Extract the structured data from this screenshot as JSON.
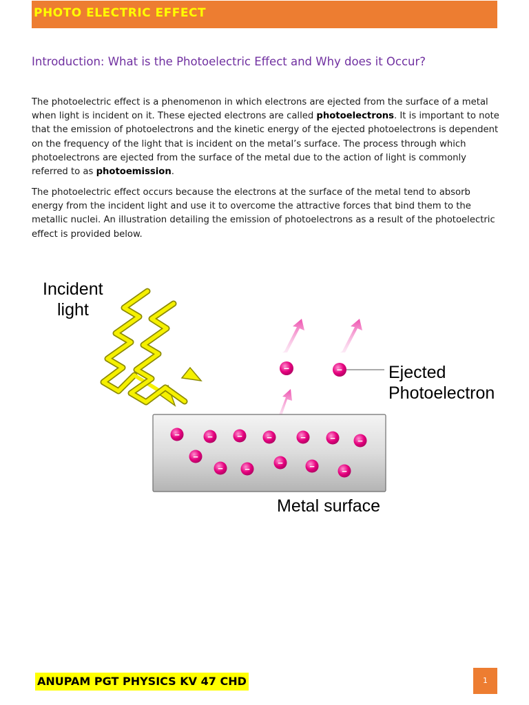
{
  "header": {
    "title": "PHOTO ELECTRIC EFFECT"
  },
  "intro": {
    "heading": "Introduction: What is the Photoelectric Effect and Why does it Occur?"
  },
  "paragraph1": {
    "t1": "The photoelectric effect is a phenomenon in which electrons are ejected from the surface of a metal when light is incident on it. These ejected electrons are called ",
    "b1": "photoelectrons",
    "t2": ". It is important to note that the emission of photoelectrons and the kinetic energy of the ejected photoelectrons is dependent on the frequency of the light that is incident on the metal’s surface. The process through which photoelectrons are ejected from the surface of the metal due to the action of light is commonly referred to as ",
    "b2": "photoemission",
    "t3": "."
  },
  "paragraph2": {
    "text": "The photoelectric effect occurs because the electrons at the surface of the metal tend to absorb energy from the incident light and use it to overcome the attractive forces that bind them to the metallic nuclei. An illustration detailing the emission of photoelectrons as a result of the photoelectric effect is provided below."
  },
  "illustration": {
    "incident_line1": "Incident",
    "incident_line2": "light",
    "ejected_line1": "Ejected",
    "ejected_line2": "Photoelectron",
    "metal_label": "Metal surface",
    "electron_sign": "−",
    "colors": {
      "wave": "#f5f000",
      "wave_outline": "#8c8a00",
      "electron": "#e6007e",
      "arrow": "#f070c0",
      "metal_top": "#f2f2f2",
      "metal_bottom": "#b8b8b8"
    }
  },
  "footer": {
    "author": "ANUPAM PGT PHYSICS KV 47 CHD",
    "page_number": "1"
  }
}
